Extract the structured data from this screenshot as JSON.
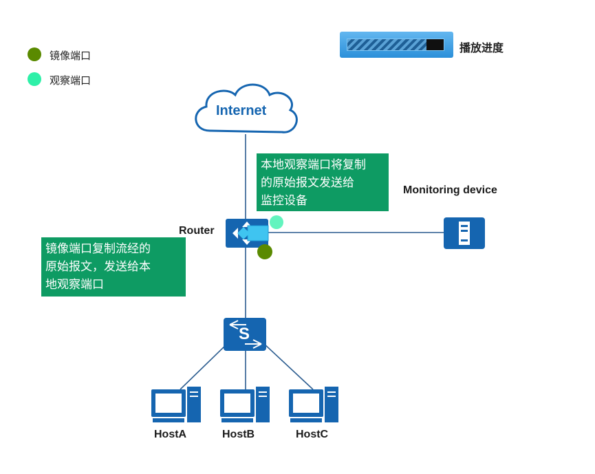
{
  "legend": {
    "mirror_port": {
      "label": "镜像端口",
      "color": "#5a8a00"
    },
    "observe_port": {
      "label": "观察端口",
      "color": "#2ef0a8"
    }
  },
  "progress": {
    "label": "播放进度",
    "value": 0.82
  },
  "nodes": {
    "internet": "Internet",
    "router": "Router",
    "monitoring_device": "Monitoring device",
    "switch_glyph": "S",
    "hosts": [
      "HostA",
      "HostB",
      "HostC"
    ]
  },
  "notes": {
    "observe_note": [
      "本地观察端口将复制",
      "的原始报文发送给",
      "监控设备"
    ],
    "mirror_note": [
      "镜像端口复制流经的",
      "原始报文，发送给本",
      "地观察端口"
    ]
  },
  "colors": {
    "device_blue": "#1565b0",
    "line": "#2b5c8f",
    "note_green": "#0e9b63"
  }
}
